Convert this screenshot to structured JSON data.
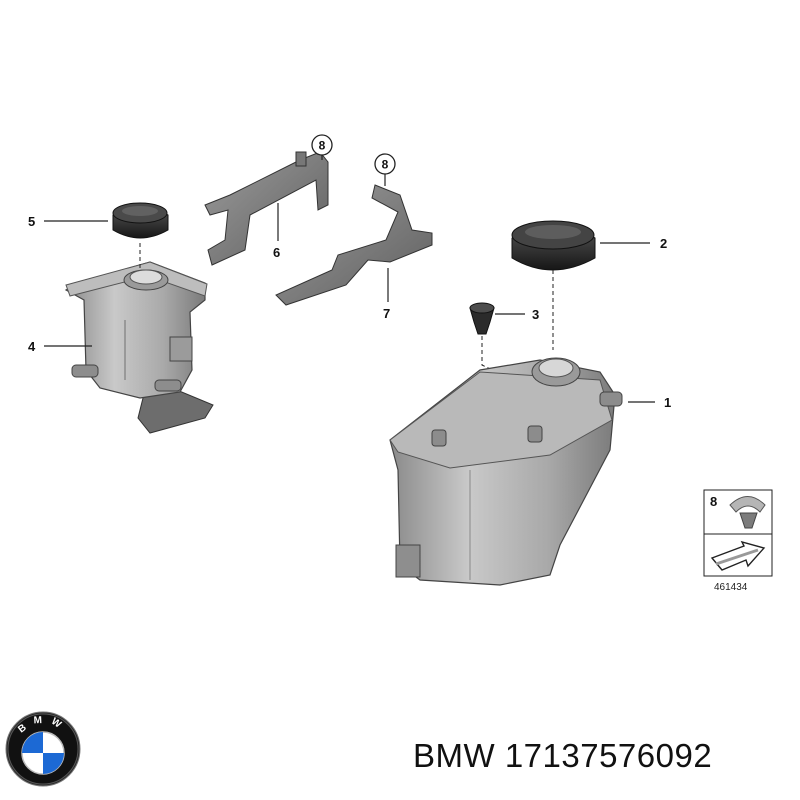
{
  "callouts": [
    {
      "id": "1",
      "label": "1"
    },
    {
      "id": "2",
      "label": "2"
    },
    {
      "id": "3",
      "label": "3"
    },
    {
      "id": "4",
      "label": "4"
    },
    {
      "id": "5",
      "label": "5"
    },
    {
      "id": "6",
      "label": "6"
    },
    {
      "id": "7",
      "label": "7"
    },
    {
      "id": "8a",
      "label": "8"
    },
    {
      "id": "8b",
      "label": "8"
    }
  ],
  "legend": {
    "label": "8",
    "reference_number": "461434"
  },
  "logo": {
    "letters": "BMW",
    "colors": {
      "blue": "#1c69d4",
      "black": "#111111",
      "white": "#ffffff"
    }
  },
  "caption": {
    "text": "BMW 17137576092"
  }
}
